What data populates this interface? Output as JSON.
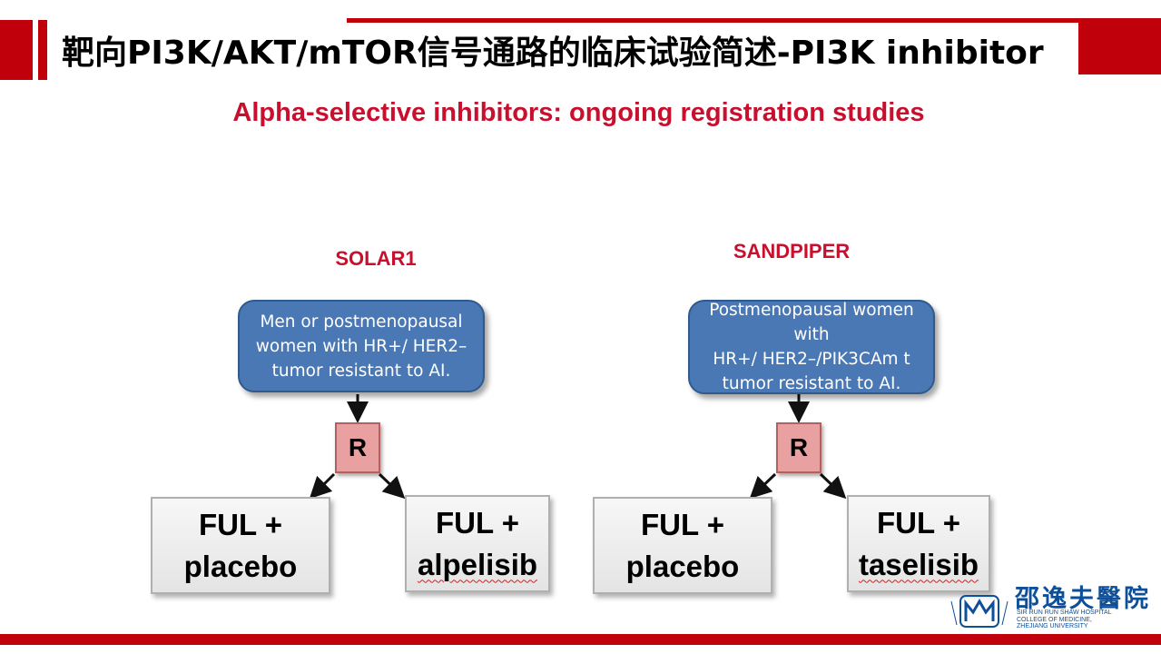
{
  "title": "靶向PI3K/AKT/mTOR信号通路的临床试验简述-PI3K inhibitor",
  "subtitle": "Alpha-selective inhibitors: ongoing registration studies",
  "colors": {
    "accent_red": "#c0000a",
    "title_red": "#c8102e",
    "callout_blue": "#4a78b4",
    "r_box_pink": "#e8a0a0"
  },
  "trials": [
    {
      "name": "SOLAR1",
      "population": "Men or postmenopausal\nwomen with HR+/ HER2–\ntumor resistant to AI.",
      "randomization": "R",
      "arms": [
        {
          "line1": "FUL +",
          "line2": "placebo"
        },
        {
          "line1": "FUL +",
          "line2": "alpelisib"
        }
      ]
    },
    {
      "name": "SANDPIPER",
      "population": "Postmenopausal women with\nHR+/ HER2–/PIK3CAm t\ntumor resistant to AI.",
      "randomization": "R",
      "arms": [
        {
          "line1": "FUL +",
          "line2": "placebo"
        },
        {
          "line1": "FUL +",
          "line2": "taselisib"
        }
      ]
    }
  ],
  "logo": {
    "chinese_name": "邵逸夫醫院",
    "english_name": "SIR RUN RUN SHAW HOSPITAL\nCOLLEGE OF MEDICINE,\nZHEJIANG UNIVERSITY",
    "icon": "hospital-emblem-icon"
  }
}
